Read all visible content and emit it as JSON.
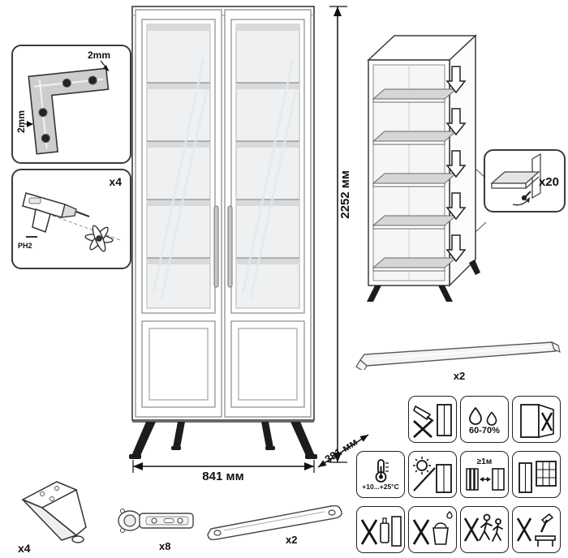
{
  "dimensions": {
    "height": "2252 мм",
    "width": "841 мм",
    "depth": "381 мм"
  },
  "insets": {
    "corner_bracket": {
      "dim_top": "2mm",
      "dim_side": "2mm"
    },
    "drill": {
      "count": "x4",
      "bit_label": "PH2"
    },
    "shelf_pins": {
      "count": "x20"
    },
    "handle_rail": {
      "count": "x2"
    }
  },
  "parts": {
    "leg": {
      "count": "x4"
    },
    "hinge": {
      "count": "x8"
    },
    "strap": {
      "count": "x2"
    }
  },
  "care": {
    "humidity": "60-70%",
    "temperature": "+10...+25°С",
    "heat_distance": "≥1м"
  },
  "colors": {
    "line": "#3b3b3b",
    "glass": "#eef0f1",
    "shelf_shadow": "#d7d9da",
    "metal": "#c7c7c7",
    "leg_black": "#1c1c1e"
  }
}
